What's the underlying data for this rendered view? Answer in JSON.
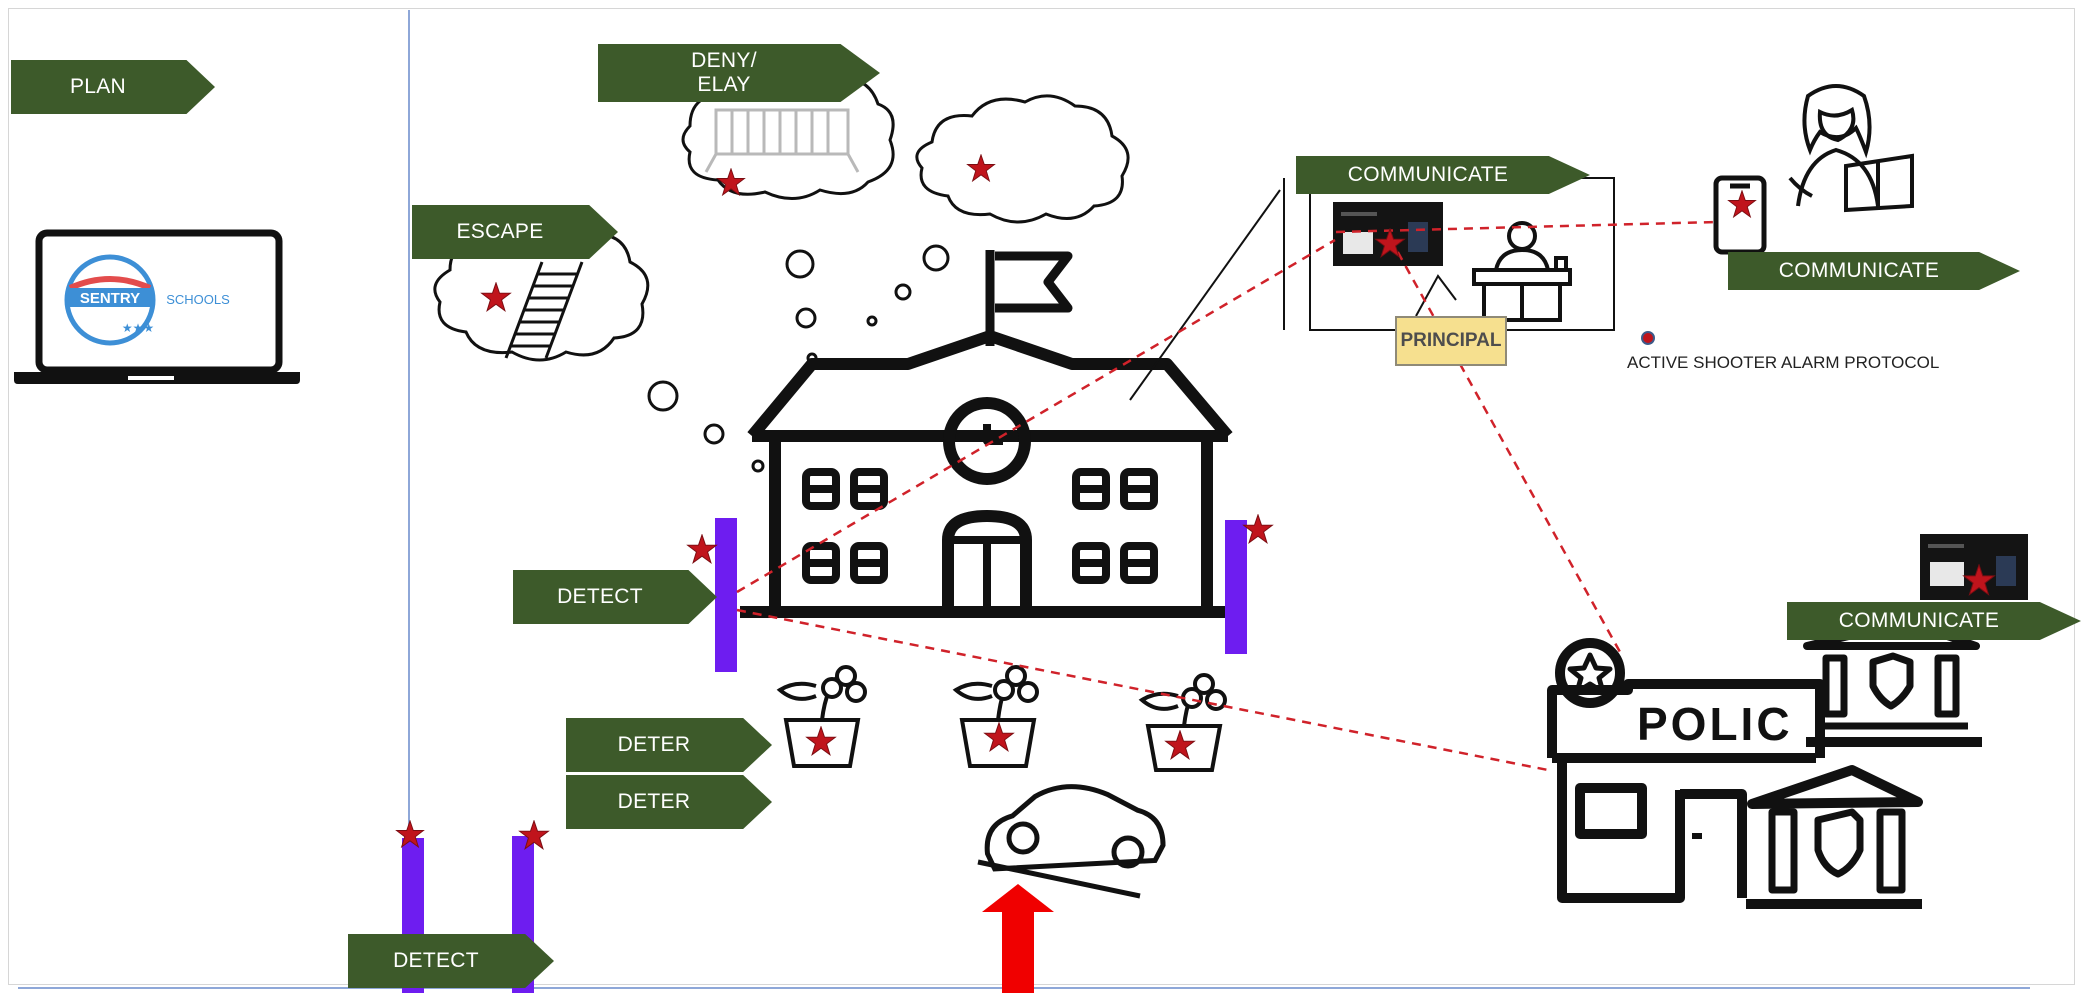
{
  "labels": {
    "plan": "PLAN",
    "deny_line1": "DENY/",
    "deny_line2": "ELAY",
    "escape": "ESCAPE",
    "communicate_principal": "COMMUNICATE",
    "communicate_teacher": "COMMUNICATE",
    "communicate_police": "COMMUNICATE",
    "detect_building": "DETECT",
    "deter_1": "DETER",
    "deter_2": "DETER",
    "detect_gate": "DETECT",
    "principal_sign": "PRINCIPAL",
    "alarm_protocol": "ACTIVE SHOOTER ALARM PROTOCOL",
    "police_sign": "POLIC"
  },
  "logo": {
    "brand": "SENTRY",
    "sub": "SCHOOLS"
  },
  "colors": {
    "tag_green": "#3d5a2a",
    "star_red": "#c0141c",
    "post_purple": "#6e1df0",
    "arrow_red": "#f00000",
    "dashed_line": "#d0222a",
    "divider_blue": "#8ea7d8"
  },
  "icons": [
    "laptop-icon",
    "school-building-icon",
    "ladder-icon",
    "barricade-icon",
    "thought-cloud-icon",
    "flower-pot-icon",
    "car-icon",
    "police-station-icon",
    "smartphone-icon",
    "teacher-icon",
    "principal-desk-icon",
    "camera-monitor-icon",
    "star-marker-icon",
    "up-arrow-icon"
  ]
}
